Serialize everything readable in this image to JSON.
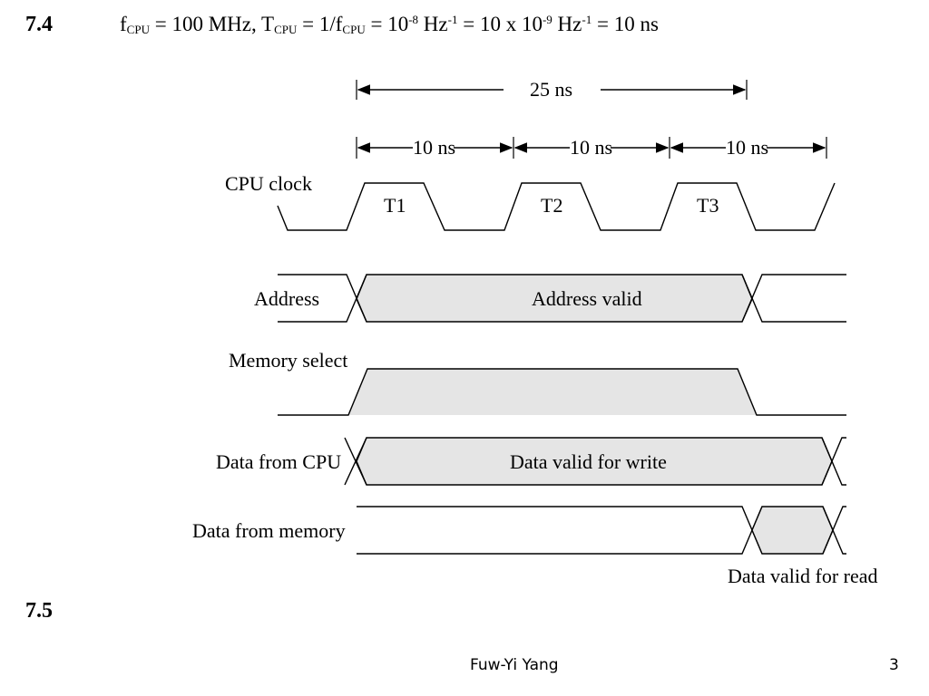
{
  "header": {
    "problem_number": "7.4",
    "formula": {
      "f": "f",
      "sub_cpu": "CPU",
      "eq1": " = 100 MHz, T",
      "eq2": " = 1/f",
      "eq3": " = 10",
      "exp1": "-8",
      "eq4": " Hz",
      "exp2": "-1",
      "eq5": " = 10 x 10",
      "exp3": "-9",
      "eq6": " Hz",
      "exp4": "-1",
      "eq7": " = 10 ns"
    }
  },
  "timing": {
    "total_period": "25 ns",
    "clock_periods": [
      "10 ns",
      "10 ns",
      "10 ns"
    ],
    "clock_cycles": [
      "T1",
      "T2",
      "T3"
    ]
  },
  "signals": {
    "cpu_clock": "CPU clock",
    "address": "Address",
    "address_valid": "Address valid",
    "memory_select": "Memory select",
    "data_from_cpu": "Data from CPU",
    "data_valid_write": "Data valid for write",
    "data_from_memory": "Data from memory",
    "data_valid_read": "Data valid for read"
  },
  "next_problem_number": "7.5",
  "footer": {
    "author": "Fuw-Yi Yang",
    "page_number": "3"
  }
}
